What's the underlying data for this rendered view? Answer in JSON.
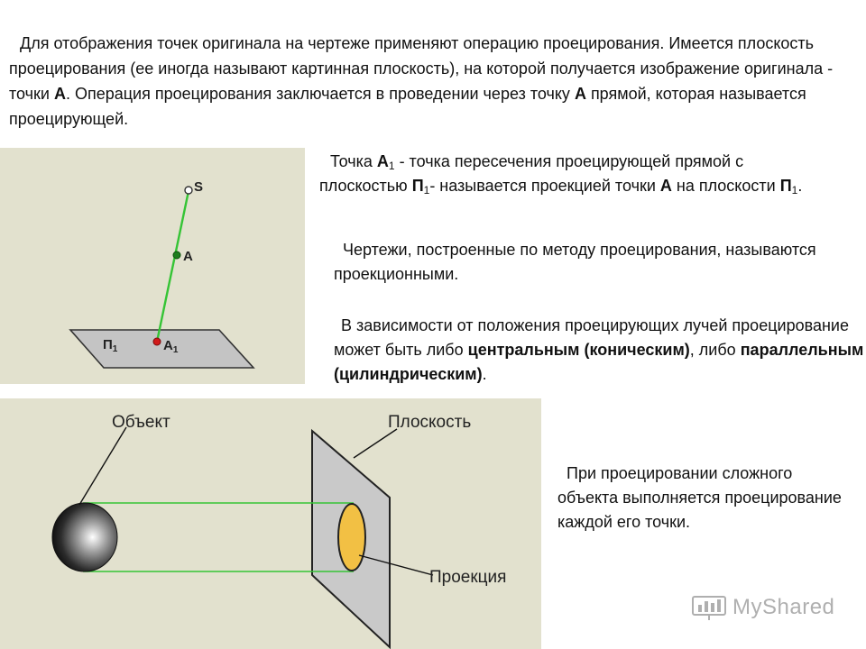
{
  "intro": "Для отображения точек оригинала на чертеже применяют операцию проецирования. Имеется плоскость проецирования (ее иногда называют картинная плоскость), на которой получается изображение оригинала - точки ",
  "intro_point": "А",
  "intro_tail": ". Операция проецирования заключается в проведении через точку ",
  "intro_point2": "А",
  "intro_end": " прямой, которая называется проецирующей.",
  "point_para": {
    "word_point": "Точка ",
    "a_letter": "А",
    "sub_1": "1",
    "text1": " - точка пересечения проецирующей прямой с плоскостью ",
    "pi_letter": "П",
    "sub_2": "1",
    "text2": "- называется проекцией точки ",
    "a_letter2": "А",
    "text3": " на плоскости ",
    "pi_letter2": "П",
    "sub_3": "1",
    "text4": "."
  },
  "drawings_para": "Чертежи, построенные по методу проецирования, называются проекционными.",
  "dependence_para": {
    "text1": "В зависимости от положения проецирующих лучей проецирование может быть либо ",
    "bold1": "центральным (коническим)",
    "text2": ", либо ",
    "bold2": "параллельным (цилиндрическим)",
    "text3": "."
  },
  "complex_para": "При проецировании сложного объекта выполняется проецирование каждой его точки.",
  "fig_top_labels": {
    "s": "S",
    "a": "A",
    "pi": "П",
    "pi_sub": "1",
    "a1": "A",
    "a1_sub": "1"
  },
  "fig_bottom_labels": {
    "object": "Объект",
    "plane": "Плоскость",
    "projection": "Проекция"
  },
  "watermark": "MyShared",
  "colors": {
    "fig_bg": "#e2e1ce",
    "ray": "#35c435",
    "plane": "#c4c4c4",
    "point_a": "#1e7d1e",
    "point_a1": "#d11a1a",
    "projection": "#f2c044"
  }
}
